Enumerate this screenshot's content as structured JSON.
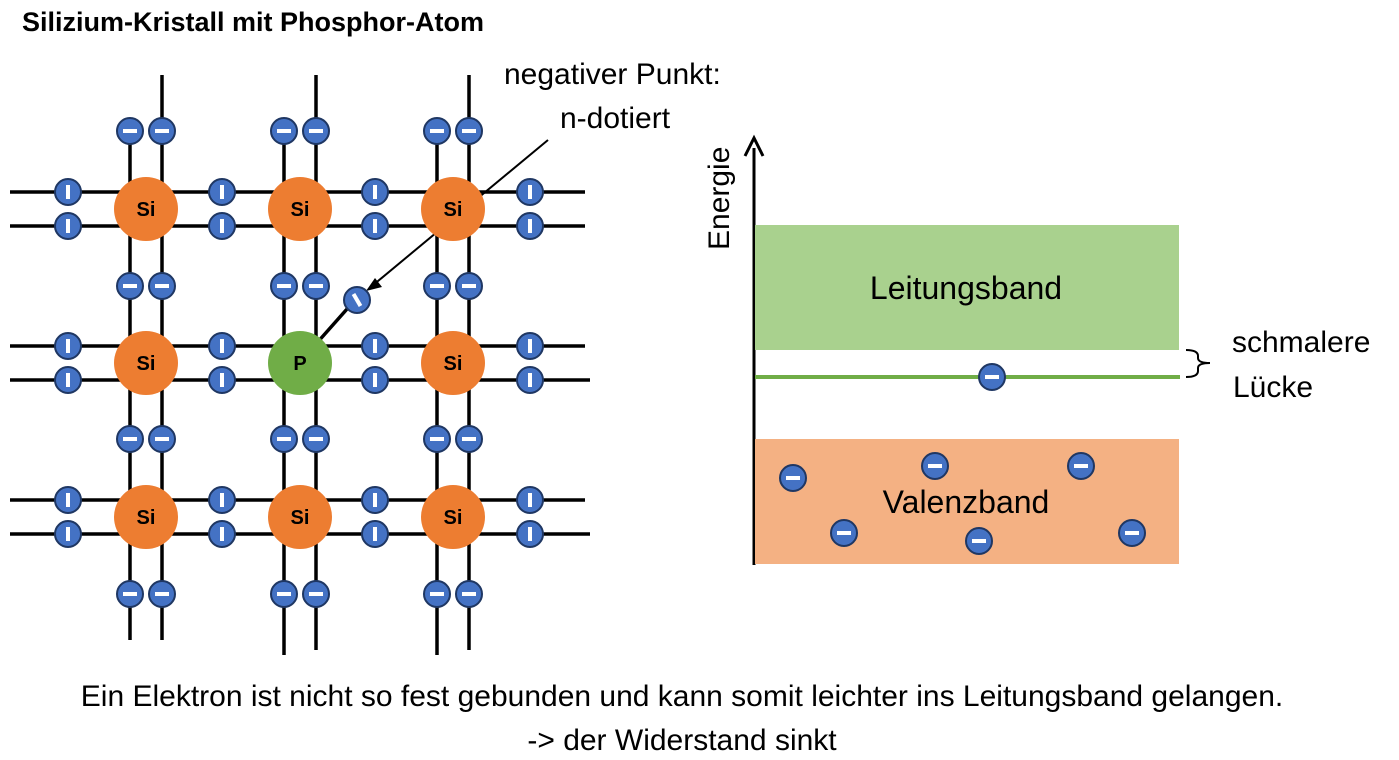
{
  "title": "Silizium-Kristall mit Phosphor-Atom",
  "lattice": {
    "silicon_label": "Si",
    "phosphor_label": "P",
    "electron_symbol": "−",
    "annotation_line1": "negativer Punkt:",
    "annotation_line2": "n-dotiert"
  },
  "band_diagram": {
    "axis_label": "Energie",
    "conduction_band": "Leitungsband",
    "valence_band": "Valenzband",
    "gap_label_line1": "schmalere",
    "gap_label_line2": "Lücke"
  },
  "caption": {
    "line1": "Ein Elektron ist nicht so fest gebunden und kann somit leichter ins Leitungsband gelangen.",
    "line2": "-> der Widerstand sinkt"
  },
  "colors": {
    "silicon": "#ED7D31",
    "phosphor": "#70AD47",
    "electron": "#4472C4",
    "conduction_band": "#A9D18E",
    "valence_band": "#F4B183",
    "donor_level": "#70AD47"
  }
}
